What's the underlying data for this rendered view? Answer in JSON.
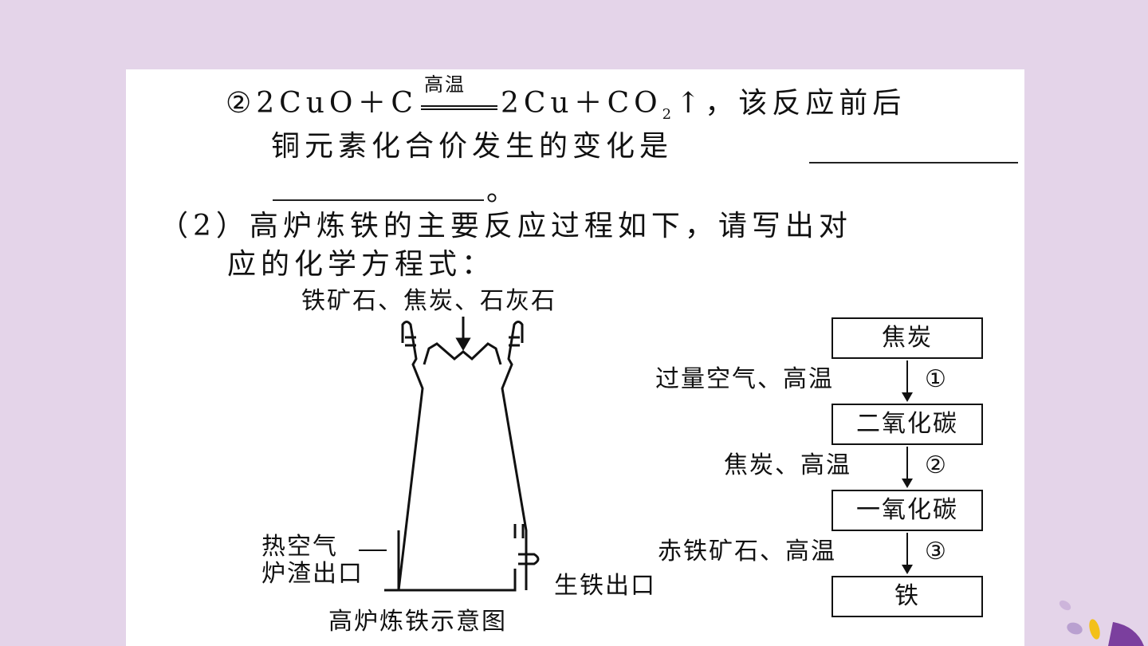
{
  "equation": {
    "prefix": "②2CuO＋C",
    "condition": "高温",
    "products": "2Cu＋CO",
    "subscript": "2",
    "suffix": "↑，该反应前后"
  },
  "line2": "铜元素化合价发生的变化是",
  "line3_end": "。",
  "question2_line1": "（2）高炉炼铁的主要反应过程如下，请写出对",
  "question2_line2": "应的化学方程式：",
  "furnace": {
    "top_label": "铁矿石、焦炭、石灰石",
    "hot_air": "热空气",
    "slag_outlet": "炉渣出口",
    "iron_outlet": "生铁出口",
    "caption": "高炉炼铁示意图"
  },
  "flow": {
    "boxes": [
      "焦炭",
      "二氧化碳",
      "一氧化碳",
      "铁"
    ],
    "conditions": [
      "过量空气、高温",
      "焦炭、高温",
      "赤铁矿石、高温"
    ],
    "steps": [
      "①",
      "②",
      "③"
    ]
  },
  "colors": {
    "background": "#e4d4e9",
    "accent_purple": "#7b3f9e",
    "accent_yellow": "#f3c01a"
  }
}
